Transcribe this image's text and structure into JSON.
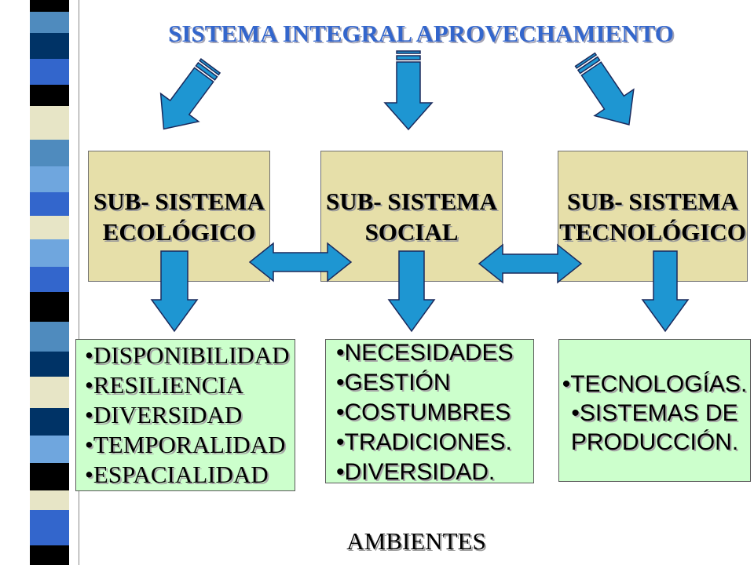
{
  "slide": {
    "title": "SISTEMA INTEGRAL APROVECHAMIENTO",
    "footer": "AMBIENTES"
  },
  "subsystems": [
    {
      "label_line1": "SUB- SISTEMA",
      "label_line2": "ECOLÓGICO",
      "attributes": [
        "DISPONIBILIDAD",
        "RESILIENCIA",
        "DIVERSIDAD",
        "TEMPORALIDAD",
        "ESPACIALIDAD"
      ]
    },
    {
      "label_line1": "SUB- SISTEMA",
      "label_line2": "SOCIAL",
      "attributes": [
        "NECESIDADES",
        "GESTIÓN",
        "COSTUMBRES",
        "TRADICIONES.",
        "DIVERSIDAD."
      ]
    },
    {
      "label_line1": "SUB- SISTEMA",
      "label_line2": "TECNOLÓGICO",
      "attributes": [
        "TECNOLOGÍAS.",
        "SISTEMAS DE PRODUCCIÓN."
      ]
    }
  ],
  "colors": {
    "title_text": "#3366CC",
    "subsystem_fill": "#E6DFA9",
    "attribute_fill": "#CCFFCC",
    "arrow_fill": "#1E96D2",
    "arrow_outline": "#1B2A5C"
  }
}
